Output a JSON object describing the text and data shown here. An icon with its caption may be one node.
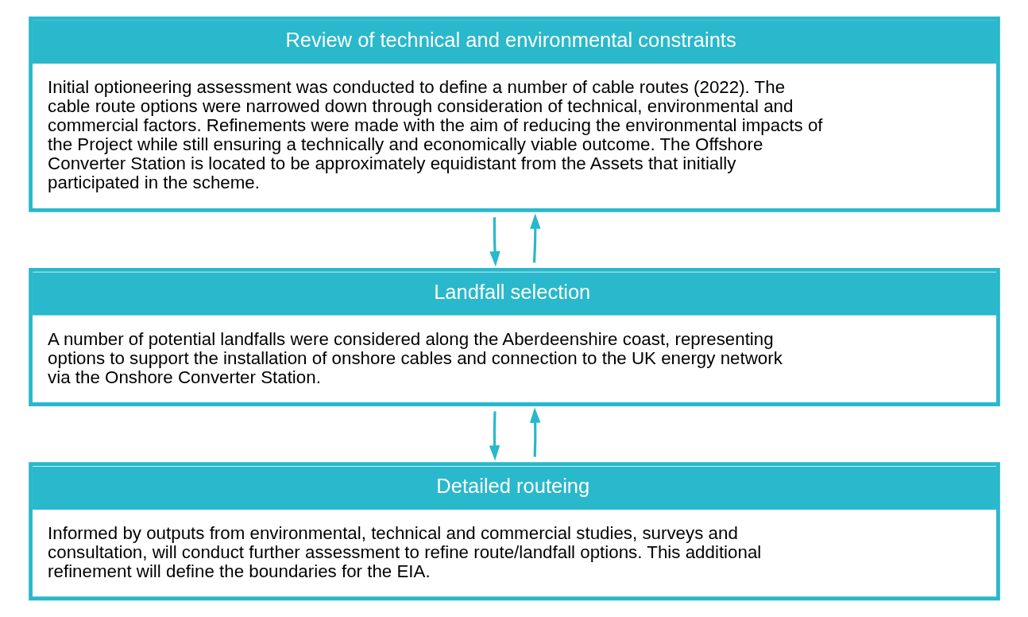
{
  "diagram": {
    "nodes": [
      {
        "text": [
          "Review of technical and environmental constraints",
          "Initial optioneering assessment was conducted to define a number of cable routes (2022). The cable route options were narrowed down through consideration of technical, environmental and commercial factors. Refinements were made with the aim of reducing the environmental impacts of the Project while still ensuring a technically and economically viable outcome. The Offshore Converter Station is located to be approximately equidistant from the Assets that initially participated in the scheme."
        ]
      },
      {
        "text": [
          "Landfall selection",
          "A number of potential landfalls were considered along the Aberdeenshire coast, representing options to support the installation of onshore cables and connection to the UK energy network via the Onshore Converter Station."
        ]
      },
      {
        "text": [
          "Detailed routeing",
          "Informed by outputs from environmental, technical and commercial studies, surveys and consultation, will conduct further assessment to refine route/landfall options. This additional refinement will define the boundaries for the EIA."
        ]
      }
    ],
    "edges": [
      {
        "from": 0,
        "to": 1,
        "arrow": "to"
      },
      {
        "from": 1,
        "to": 0,
        "arrow": "to"
      },
      {
        "from": 1,
        "to": 2,
        "arrow": "to"
      },
      {
        "from": 2,
        "to": 1,
        "arrow": "to"
      }
    ]
  }
}
